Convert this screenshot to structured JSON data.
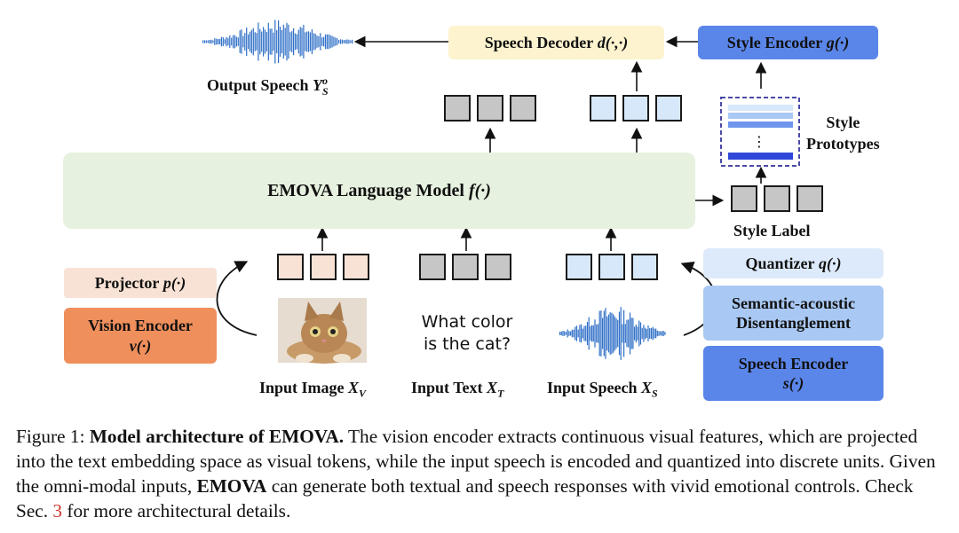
{
  "speech_decoder": {
    "label": "Speech Decoder",
    "func": "d(·,·)",
    "color": "#fdf3cf"
  },
  "style_encoder": {
    "label": "Style Encoder",
    "func": "g(·)",
    "color": "#5b86e9"
  },
  "output_speech": {
    "label": "Output Speech",
    "sym": "Y",
    "sup": "o",
    "sub": "S"
  },
  "style_prototypes": {
    "line1": "Style",
    "line2": "Prototypes",
    "ellipsis": "⋮"
  },
  "language_model": {
    "label": "EMOVA Language Model",
    "func": "f(·)",
    "color": "#e6f1df"
  },
  "style_label": {
    "label": "Style Label"
  },
  "projector": {
    "label": "Projector",
    "func": "p(·)",
    "color": "#f8e2d5"
  },
  "vision_encoder": {
    "line1": "Vision Encoder",
    "func": "v(·)",
    "color": "#ef8f5c"
  },
  "quantizer": {
    "label": "Quantizer",
    "func": "q(·)",
    "color": "#ddeafb"
  },
  "disentangle": {
    "line1": "Semantic-acoustic",
    "line2": "Disentanglement",
    "color": "#a9c8f3"
  },
  "speech_encoder": {
    "line1": "Speech Encoder",
    "func": "s(·)",
    "color": "#5b86e9"
  },
  "input_text_question": {
    "line1": "What color",
    "line2": "is the cat?"
  },
  "inputs": {
    "image": {
      "label": "Input Image",
      "sym": "X",
      "sub": "V"
    },
    "text": {
      "label": "Input Text",
      "sym": "X",
      "sub": "T"
    },
    "speech": {
      "label": "Input Speech",
      "sym": "X",
      "sub": "S"
    }
  },
  "token_colors": {
    "image": "#f8e2d5",
    "text": "#c6c6c6",
    "speech": "#d7e8fb",
    "style": "#c6c6c6"
  },
  "caption": {
    "prefix": "Figure 1: ",
    "bold": "Model architecture of EMOVA.",
    "part1": " The vision encoder extracts continuous visual features, which are projected into the text embedding space as visual tokens, while the input speech is encoded and quantized into discrete units. Given the omni-modal inputs, ",
    "bold2": "EMOVA",
    "part2": " can generate both textual and speech responses with vivid emotional controls. Check Sec. ",
    "ref": "3",
    "part3": " for more architectural details."
  }
}
